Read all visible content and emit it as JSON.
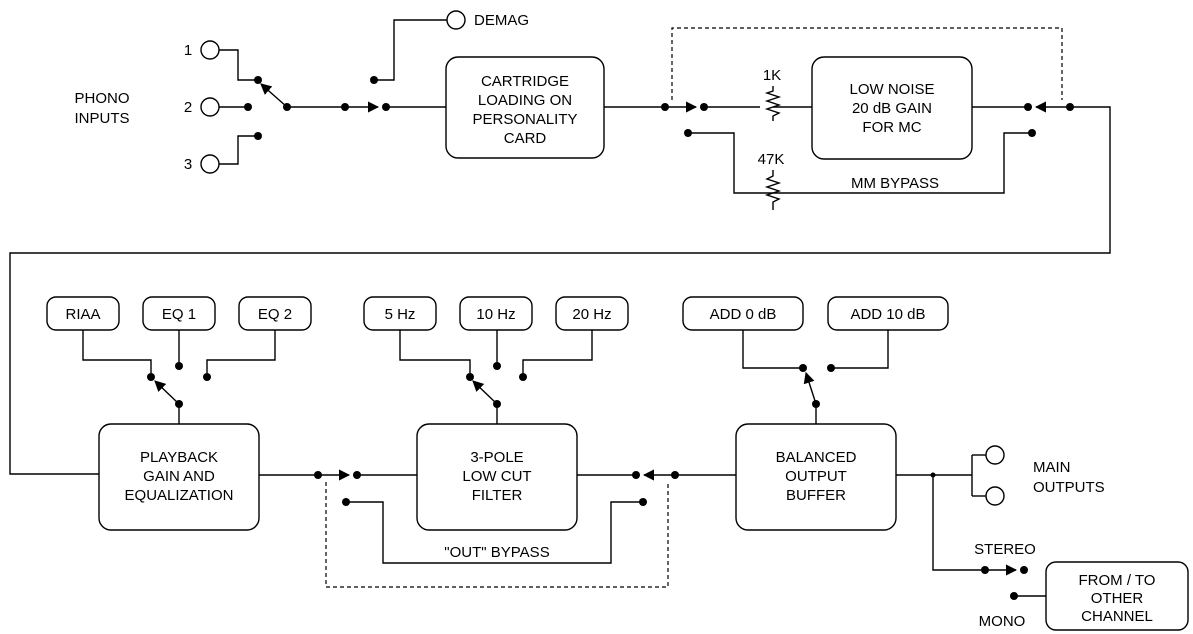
{
  "phono_inputs": {
    "label_lines": [
      "PHONO",
      "INPUTS"
    ],
    "inputs": [
      "1",
      "2",
      "3"
    ]
  },
  "demag": "DEMAG",
  "cartridge_block": [
    "CARTRIDGE",
    "LOADING ON",
    "PERSONALITY",
    "CARD"
  ],
  "resistor_1k": "1K",
  "resistor_47k": "47K",
  "mc_block": [
    "LOW NOISE",
    "20 dB GAIN",
    "FOR MC"
  ],
  "mm_bypass": "MM BYPASS",
  "eq_options": [
    "RIAA",
    "EQ 1",
    "EQ 2"
  ],
  "lowcut_options": [
    "5 Hz",
    "10 Hz",
    "20 Hz"
  ],
  "gain_options": [
    "ADD 0 dB",
    "ADD 10 dB"
  ],
  "playback_block": [
    "PLAYBACK",
    "GAIN AND",
    "EQUALIZATION"
  ],
  "lowcut_block": [
    "3-POLE",
    "LOW CUT",
    "FILTER"
  ],
  "buffer_block": [
    "BALANCED",
    "OUTPUT",
    "BUFFER"
  ],
  "out_bypass": "\"OUT\" BYPASS",
  "main_outputs": [
    "MAIN",
    "OUTPUTS"
  ],
  "stereo": "STEREO",
  "mono": "MONO",
  "channel_block": [
    "FROM / TO",
    "OTHER",
    "CHANNEL"
  ]
}
